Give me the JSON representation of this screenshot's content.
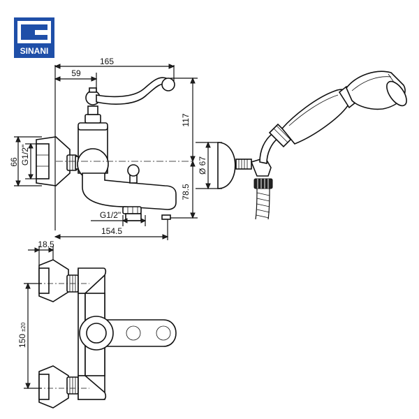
{
  "logo": {
    "text": "SINANI",
    "color": "#1f4fa8"
  },
  "dimensions": {
    "width_total": "165",
    "lever_offset": "59",
    "height_top": "117",
    "inlet_height": "66",
    "thread_side": "G1/2\"",
    "thread_bottom": "G1/2\"",
    "spout_height": "78.5",
    "spout_length": "154.5",
    "holder_diameter": "Ø 67",
    "inlet_offset": "18.5",
    "center_distance": "150",
    "center_tolerance": "±20"
  }
}
